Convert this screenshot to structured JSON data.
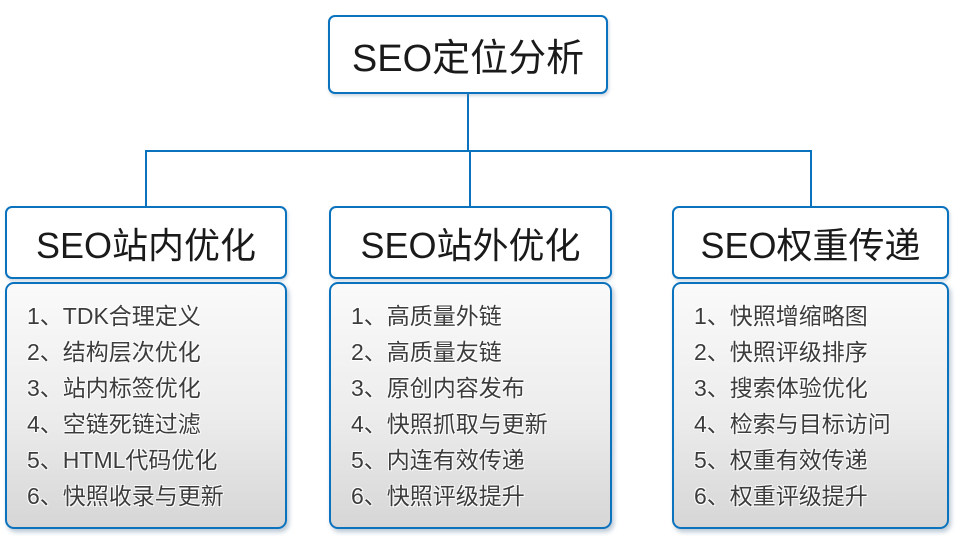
{
  "root": {
    "title": "SEO定位分析"
  },
  "columns": [
    {
      "title": "SEO站内优化",
      "items": [
        "1、TDK合理定义",
        "2、结构层次优化",
        "3、站内标签优化",
        "4、空链死链过滤",
        "5、HTML代码优化",
        "6、快照收录与更新"
      ]
    },
    {
      "title": "SEO站外优化",
      "items": [
        "1、高质量外链",
        "2、高质量友链",
        "3、原创内容发布",
        "4、快照抓取与更新",
        "5、内连有效传递",
        "6、快照评级提升"
      ]
    },
    {
      "title": "SEO权重传递",
      "items": [
        "1、快照增缩略图",
        "2、快照评级排序",
        "3、搜索体验优化",
        "4、检索与目标访问",
        "5、权重有效传递",
        "6、权重评级提升"
      ]
    }
  ],
  "colors": {
    "accent": "#0b72bd",
    "heading-text": "#1a1a1a",
    "list-text": "#3c3c3c",
    "body-top": "#fafafa",
    "body-bottom": "#d6d6d6"
  }
}
